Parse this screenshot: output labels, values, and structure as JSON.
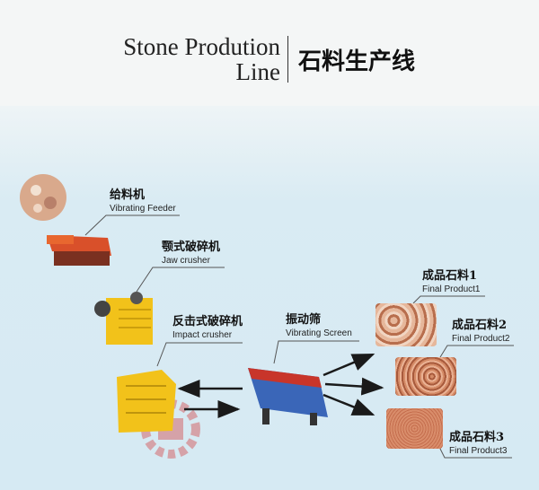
{
  "title": {
    "en_line1": "Stone Prodution",
    "en_line2": "Line",
    "cn": "石料生产线"
  },
  "stages": [
    {
      "cn": "给料机",
      "en": "Vibrating Feeder"
    },
    {
      "cn": "颚式破碎机",
      "en": "Jaw crusher"
    },
    {
      "cn": "反击式破碎机",
      "en": "Impact crusher"
    },
    {
      "cn": "振动筛",
      "en": "Vibrating Screen"
    }
  ],
  "products": [
    {
      "cn": "成品石料1",
      "en": "Final Product1"
    },
    {
      "cn": "成品石料2",
      "en": "Final Product2"
    },
    {
      "cn": "成品石料3",
      "en": "Final Product3"
    }
  ],
  "colors": {
    "feeder": "#d9502a",
    "crusher": "#f2c21a",
    "screen": "#3a66b8",
    "arrow": "#1a1a1a"
  }
}
